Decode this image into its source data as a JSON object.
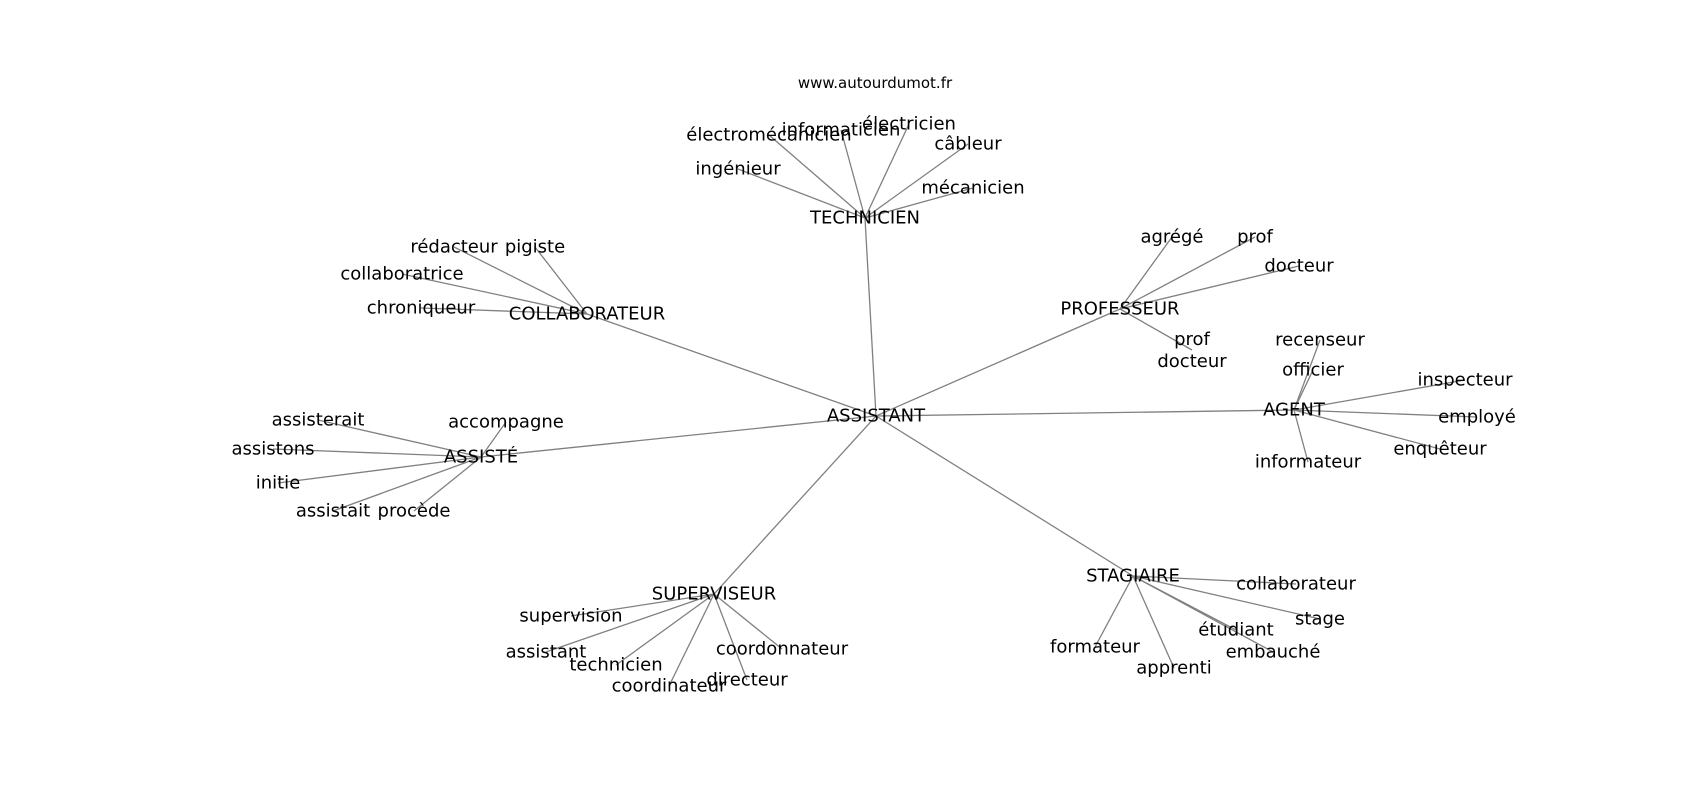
{
  "credit": "www.autourdumot.fr",
  "colors": {
    "edge": "#808080",
    "text": "#000000",
    "background": "#ffffff"
  },
  "center": "ASSISTANT",
  "clusters": [
    {
      "label": "TECHNICIEN",
      "leaves": [
        "électromécanicien",
        "informaticien",
        "électricien",
        "câbleur",
        "ingénieur",
        "mécanicien"
      ]
    },
    {
      "label": "COLLABORATEUR",
      "leaves": [
        "rédacteur",
        "pigiste",
        "collaboratrice",
        "chroniqueur"
      ]
    },
    {
      "label": "PROFESSEUR",
      "leaves": [
        "agrégé",
        "prof",
        "docteur",
        "prof\ndocteur"
      ]
    },
    {
      "label": "AGENT",
      "leaves": [
        "recenseur",
        "officier",
        "inspecteur",
        "employé",
        "enquêteur",
        "informateur"
      ]
    },
    {
      "label": "ASSISTÉ",
      "leaves": [
        "assisterait",
        "accompagne",
        "assistons",
        "initie",
        "assistait",
        "procède"
      ]
    },
    {
      "label": "SUPERVISEUR",
      "leaves": [
        "supervision",
        "assistant",
        "technicien",
        "coordonnateur",
        "coordinateur",
        "directeur"
      ]
    },
    {
      "label": "STAGIAIRE",
      "leaves": [
        "collaborateur",
        "stage",
        "étudiant",
        "embauché",
        "formateur",
        "apprenti"
      ]
    }
  ]
}
